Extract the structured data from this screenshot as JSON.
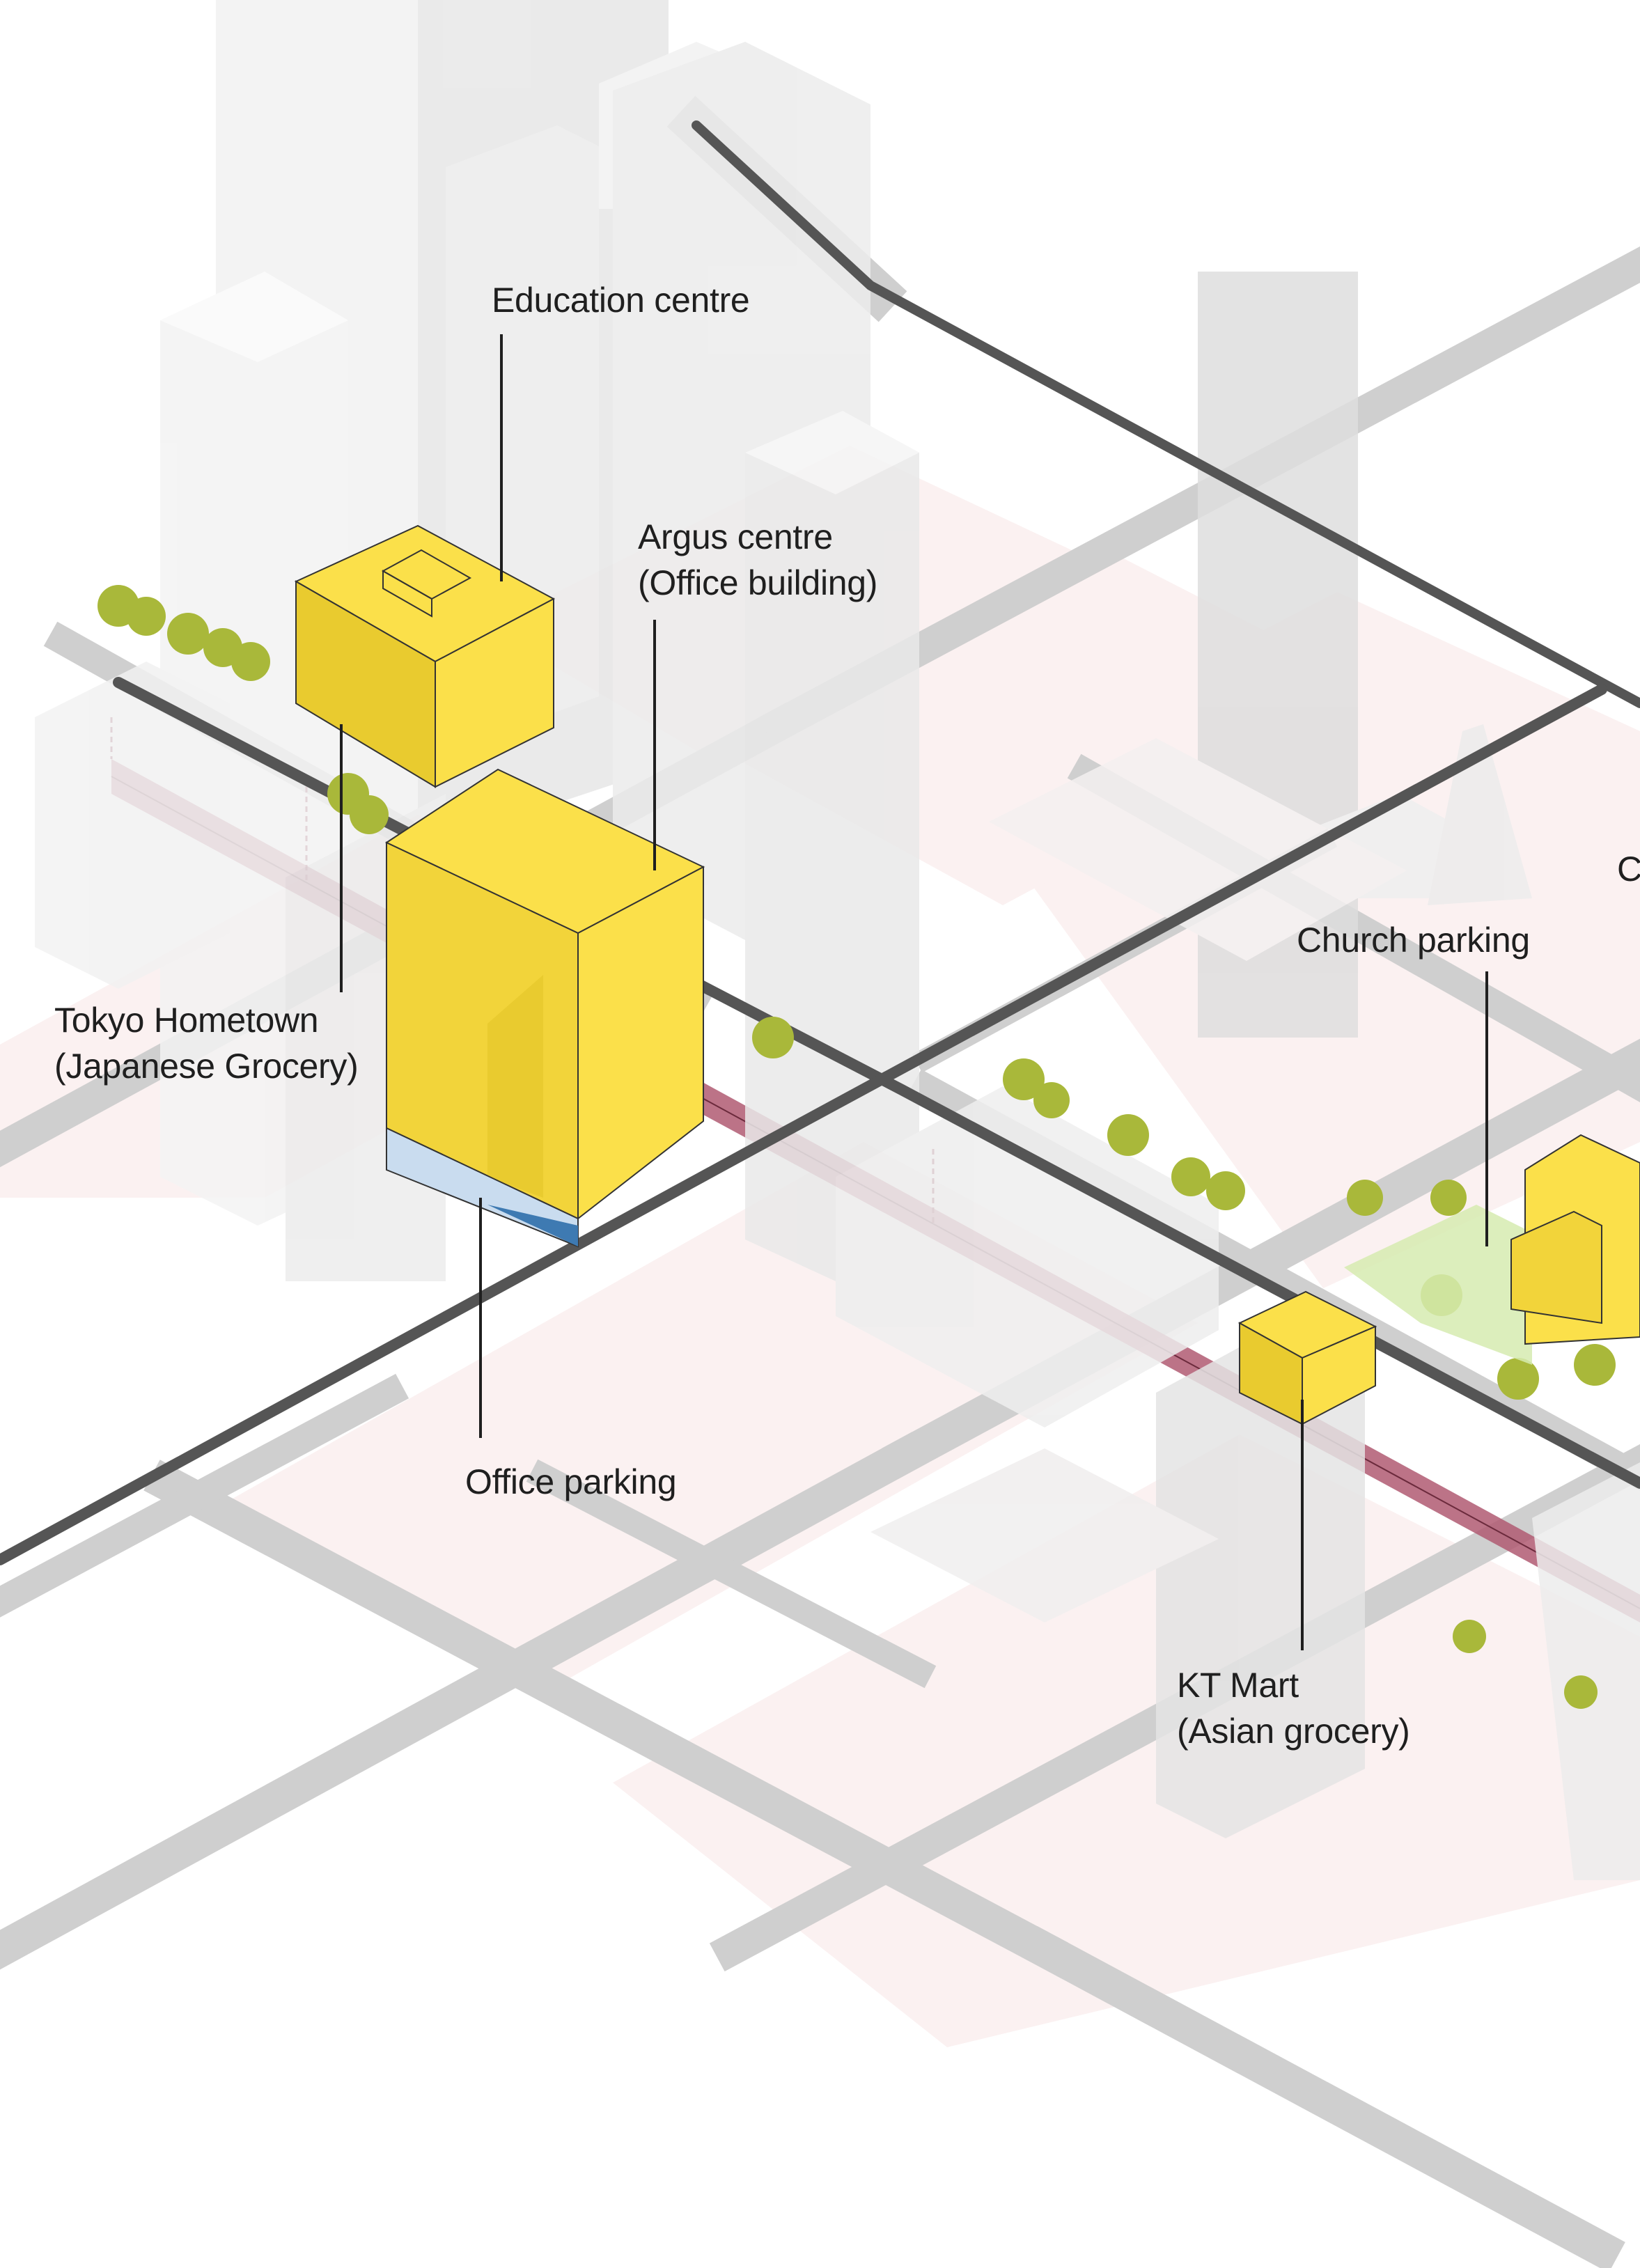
{
  "labels": {
    "education_centre": "Education centre",
    "argus_centre_line1": "Argus centre",
    "argus_centre_line2": "(Office building)",
    "tokyo_hometown_line1": "Tokyo Hometown",
    "tokyo_hometown_line2": "(Japanese Grocery)",
    "church_parking": "Church parking",
    "church_partial": "C",
    "office_parking": "Office parking",
    "kt_mart_line1": "KT Mart",
    "kt_mart_line2": "(Asian grocery)"
  },
  "colors": {
    "highlight_building": "#fbe04a",
    "highlight_building_side": "#e9cb2f",
    "context_building": "#eeeeee",
    "road": "#cfcfcf",
    "main_road": "#555555",
    "block_ground": "#fbf1f1",
    "rail_corridor": "#b05a72",
    "tree": "#a9b83a",
    "leader_line": "#1f1f1f"
  }
}
